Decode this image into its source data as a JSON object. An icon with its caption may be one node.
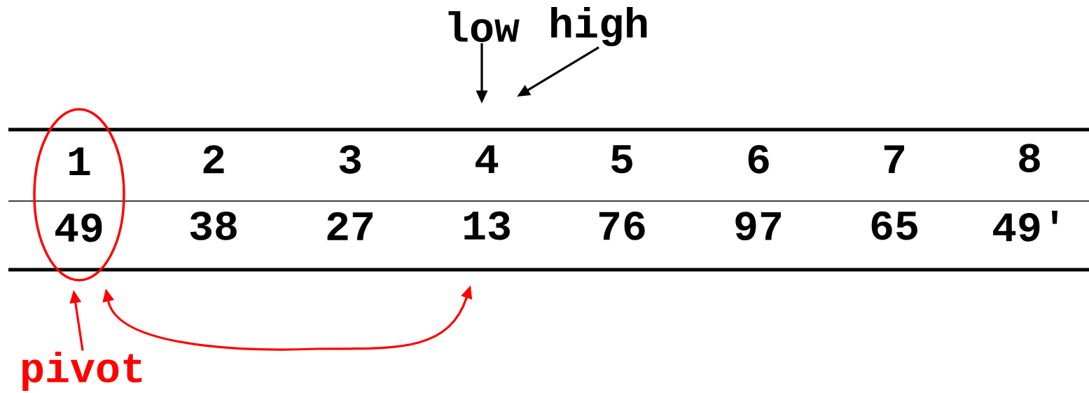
{
  "diagram": {
    "nodes": [
      {
        "text": [
          "low"
        ]
      },
      {
        "text": [
          "high"
        ]
      },
      {
        "text": [
          "pivot"
        ]
      },
      {
        "text": [
          "1",
          "49"
        ]
      },
      {
        "text": [
          "2",
          "38"
        ]
      },
      {
        "text": [
          "3",
          "27"
        ]
      },
      {
        "text": [
          "4",
          "13"
        ]
      },
      {
        "text": [
          "5",
          "76"
        ]
      },
      {
        "text": [
          "6",
          "97"
        ]
      },
      {
        "text": [
          "7",
          "65"
        ]
      },
      {
        "text": [
          "8",
          "49′"
        ]
      }
    ],
    "edges": [
      {
        "from": 0,
        "to": null,
        "arrow": "to",
        "color": "#000000"
      },
      {
        "from": 1,
        "to": null,
        "arrow": "to",
        "color": "#000000"
      },
      {
        "from": 2,
        "to": 3,
        "arrow": "to",
        "color": "#ff0000"
      },
      {
        "from": 3,
        "to": 6,
        "arrow": "both",
        "color": "#ff0000"
      }
    ]
  }
}
